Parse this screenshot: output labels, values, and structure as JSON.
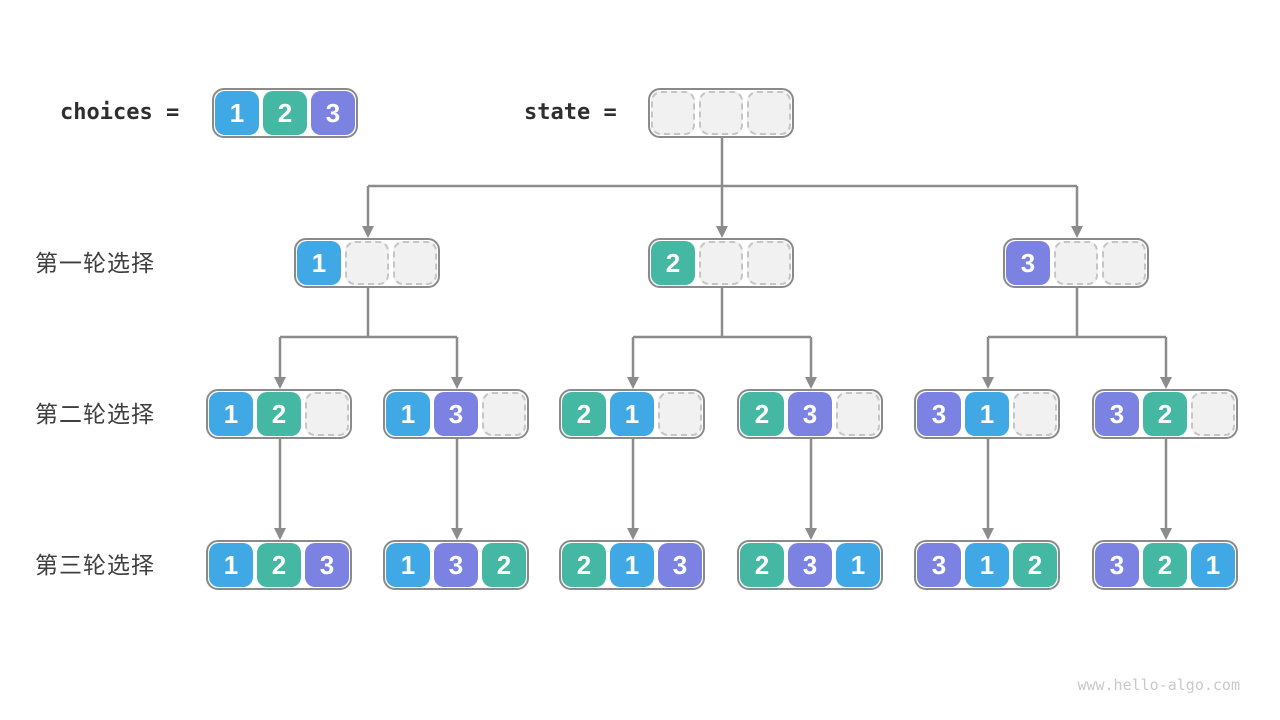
{
  "header": {
    "choices_label": "choices =",
    "state_label": "state ="
  },
  "choices": [
    1,
    2,
    3
  ],
  "state": [
    null,
    null,
    null
  ],
  "rows": [
    {
      "label": "第一轮选择",
      "nodes": [
        [
          1,
          null,
          null
        ],
        [
          2,
          null,
          null
        ],
        [
          3,
          null,
          null
        ]
      ]
    },
    {
      "label": "第二轮选择",
      "nodes": [
        [
          1,
          2,
          null
        ],
        [
          1,
          3,
          null
        ],
        [
          2,
          1,
          null
        ],
        [
          2,
          3,
          null
        ],
        [
          3,
          1,
          null
        ],
        [
          3,
          2,
          null
        ]
      ]
    },
    {
      "label": "第三轮选择",
      "nodes": [
        [
          1,
          2,
          3
        ],
        [
          1,
          3,
          2
        ],
        [
          2,
          1,
          3
        ],
        [
          2,
          3,
          1
        ],
        [
          3,
          1,
          2
        ],
        [
          3,
          2,
          1
        ]
      ]
    }
  ],
  "colors": {
    "value_1": "#41a8e6",
    "value_2": "#44b8a3",
    "value_3": "#7b82e2",
    "empty_fill": "#f1f1f1",
    "empty_border": "#c5c5c5",
    "box_border": "#8a8a8a",
    "connector": "#8c8c8c"
  },
  "footer": {
    "watermark": "www.hello-algo.com"
  }
}
